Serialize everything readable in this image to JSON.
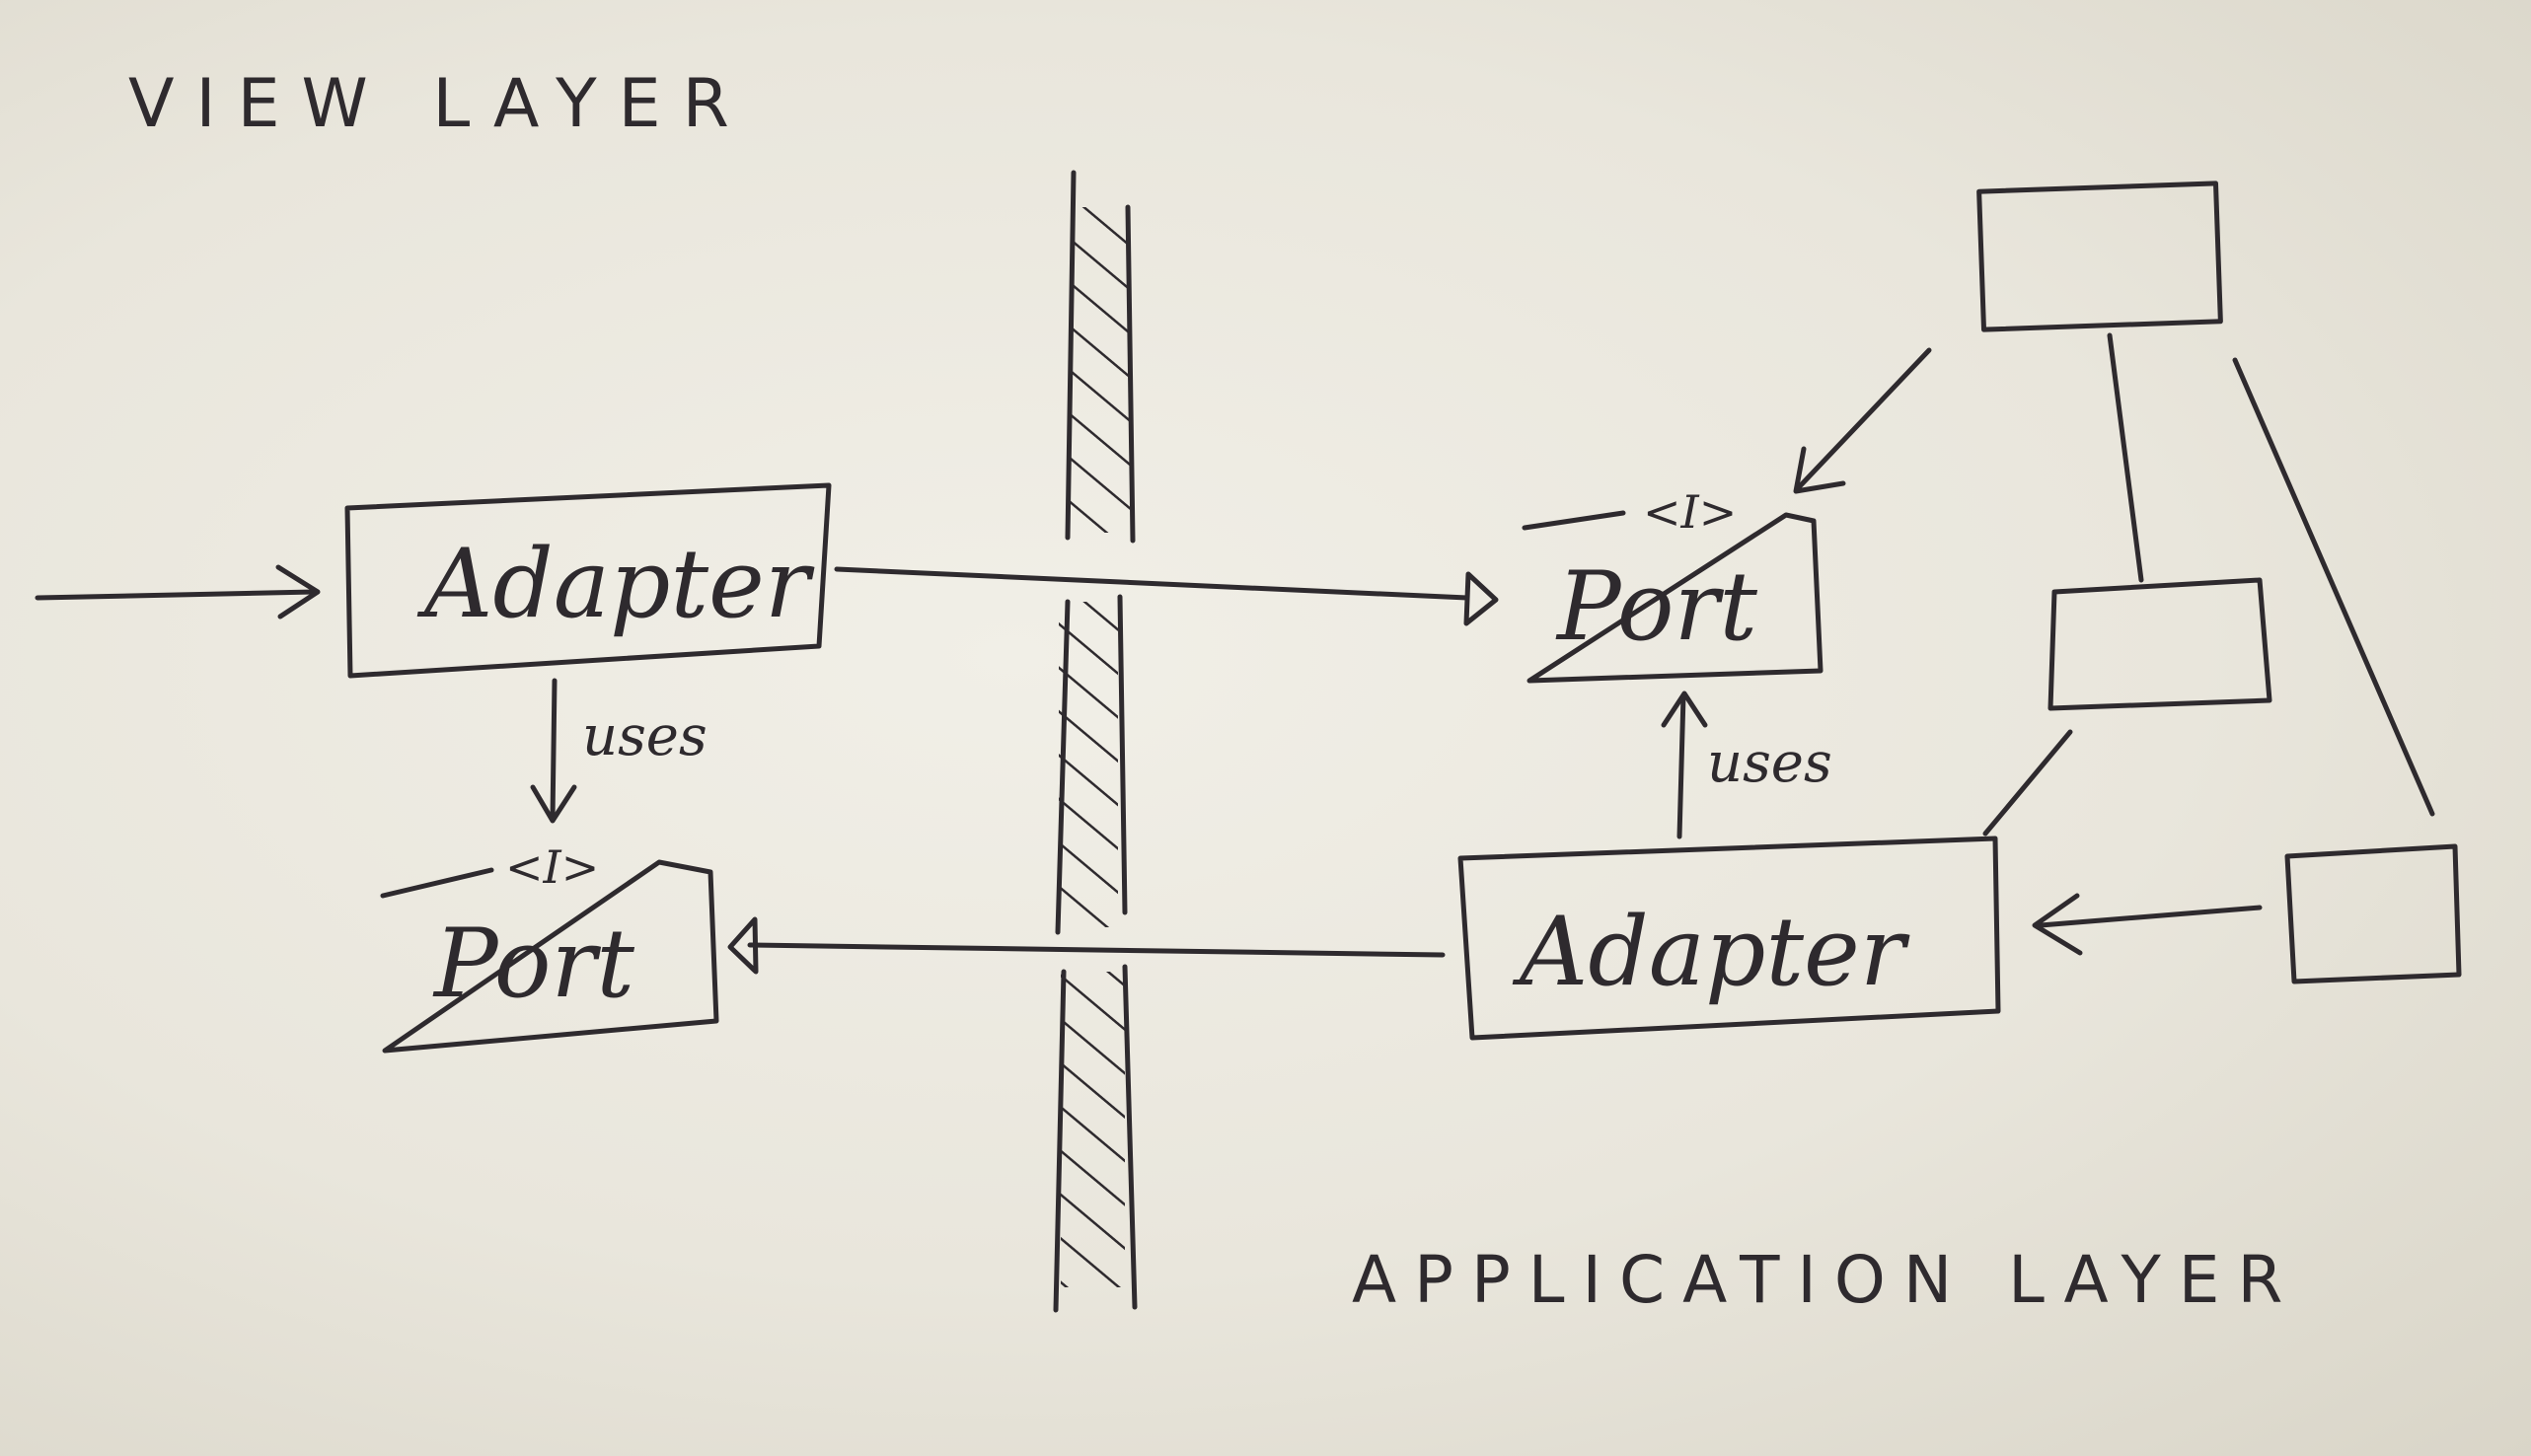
{
  "diagram": {
    "labels": {
      "view_layer": "VIEW LAYER",
      "application_layer": "APPLICATION LAYER"
    },
    "nodes": {
      "left_adapter": {
        "label": "Adapter"
      },
      "left_port": {
        "label": "Port",
        "stereotype": "<I>"
      },
      "right_port": {
        "label": "Port",
        "stereotype": "<I>"
      },
      "right_adapter": {
        "label": "Adapter"
      }
    },
    "edges": {
      "left_uses": {
        "label": "uses"
      },
      "right_uses": {
        "label": "uses"
      }
    },
    "ink_color": "#2e2a2e",
    "paper_color": "#ebe8de"
  }
}
